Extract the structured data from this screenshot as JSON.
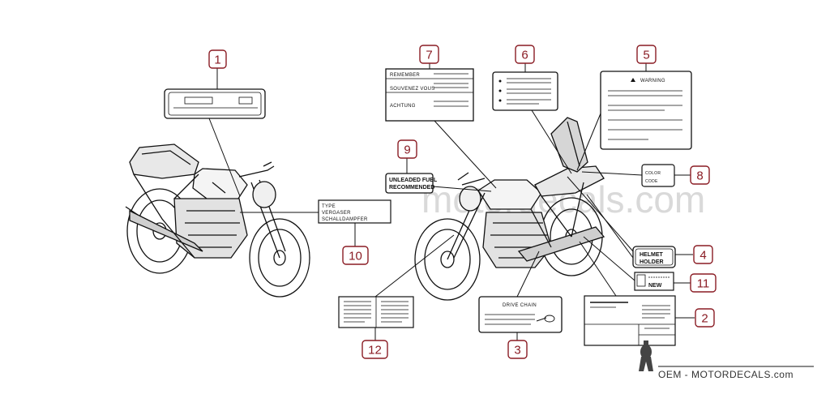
{
  "watermark": "motordecals.com",
  "footer": "OEM - MOTORDECALS.com",
  "colors": {
    "callout": "#8a1c24",
    "line": "#111111",
    "watermark": "#d9d9d9"
  },
  "callouts": [
    "1",
    "2",
    "3",
    "4",
    "5",
    "6",
    "7",
    "8",
    "9",
    "10",
    "11",
    "12"
  ],
  "labels": {
    "remember": "REMEMBER",
    "souvenez": "SOUVENEZ VOUS",
    "achtung": "ACHTUNG",
    "warning": "WARNING",
    "unleaded_1": "UNLEADED FUEL",
    "unleaded_2": "RECOMMENDED",
    "type": "TYPE",
    "vergaser": "VERGASER",
    "schall": "SCHALLDAMPFER",
    "color": "COLOR",
    "code": "CODE",
    "helmet_1": "HELMET",
    "helmet_2": "HOLDER",
    "new": "NEW",
    "drive_chain": "DRIVE CHAIN"
  }
}
